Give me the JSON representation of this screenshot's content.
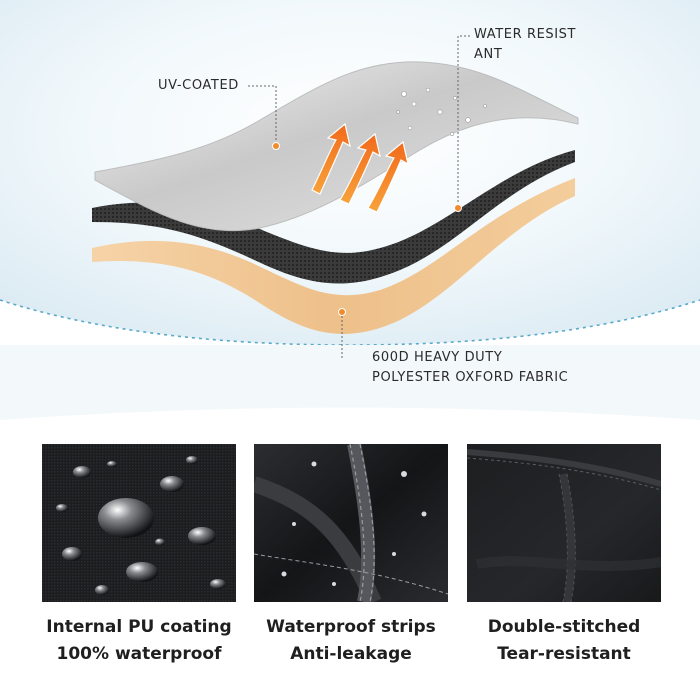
{
  "diagram": {
    "callouts": {
      "uv_coated": "UV-COATED",
      "water_resistant": [
        "WATER RESIST",
        "ANT"
      ],
      "fabric": [
        "600D HEAVY DUTY",
        "POLYESTER OXFORD FABRIC"
      ]
    },
    "layer_colors": {
      "top_layer": "#d9d9d9",
      "mesh_layer": "#3a3a3a",
      "fabric_layer": "#f0c896"
    },
    "accent_color": "#f28a2e",
    "divider_color": "#5aa9c9"
  },
  "features": [
    {
      "icon": "water-droplets-photo",
      "line1": "Internal PU coating",
      "line2": "100% waterproof"
    },
    {
      "icon": "stitched-seam-photo",
      "line1": "Waterproof strips",
      "line2": "Anti-leakage"
    },
    {
      "icon": "double-stitch-photo",
      "line1": "Double-stitched",
      "line2": "Tear-resistant"
    }
  ]
}
